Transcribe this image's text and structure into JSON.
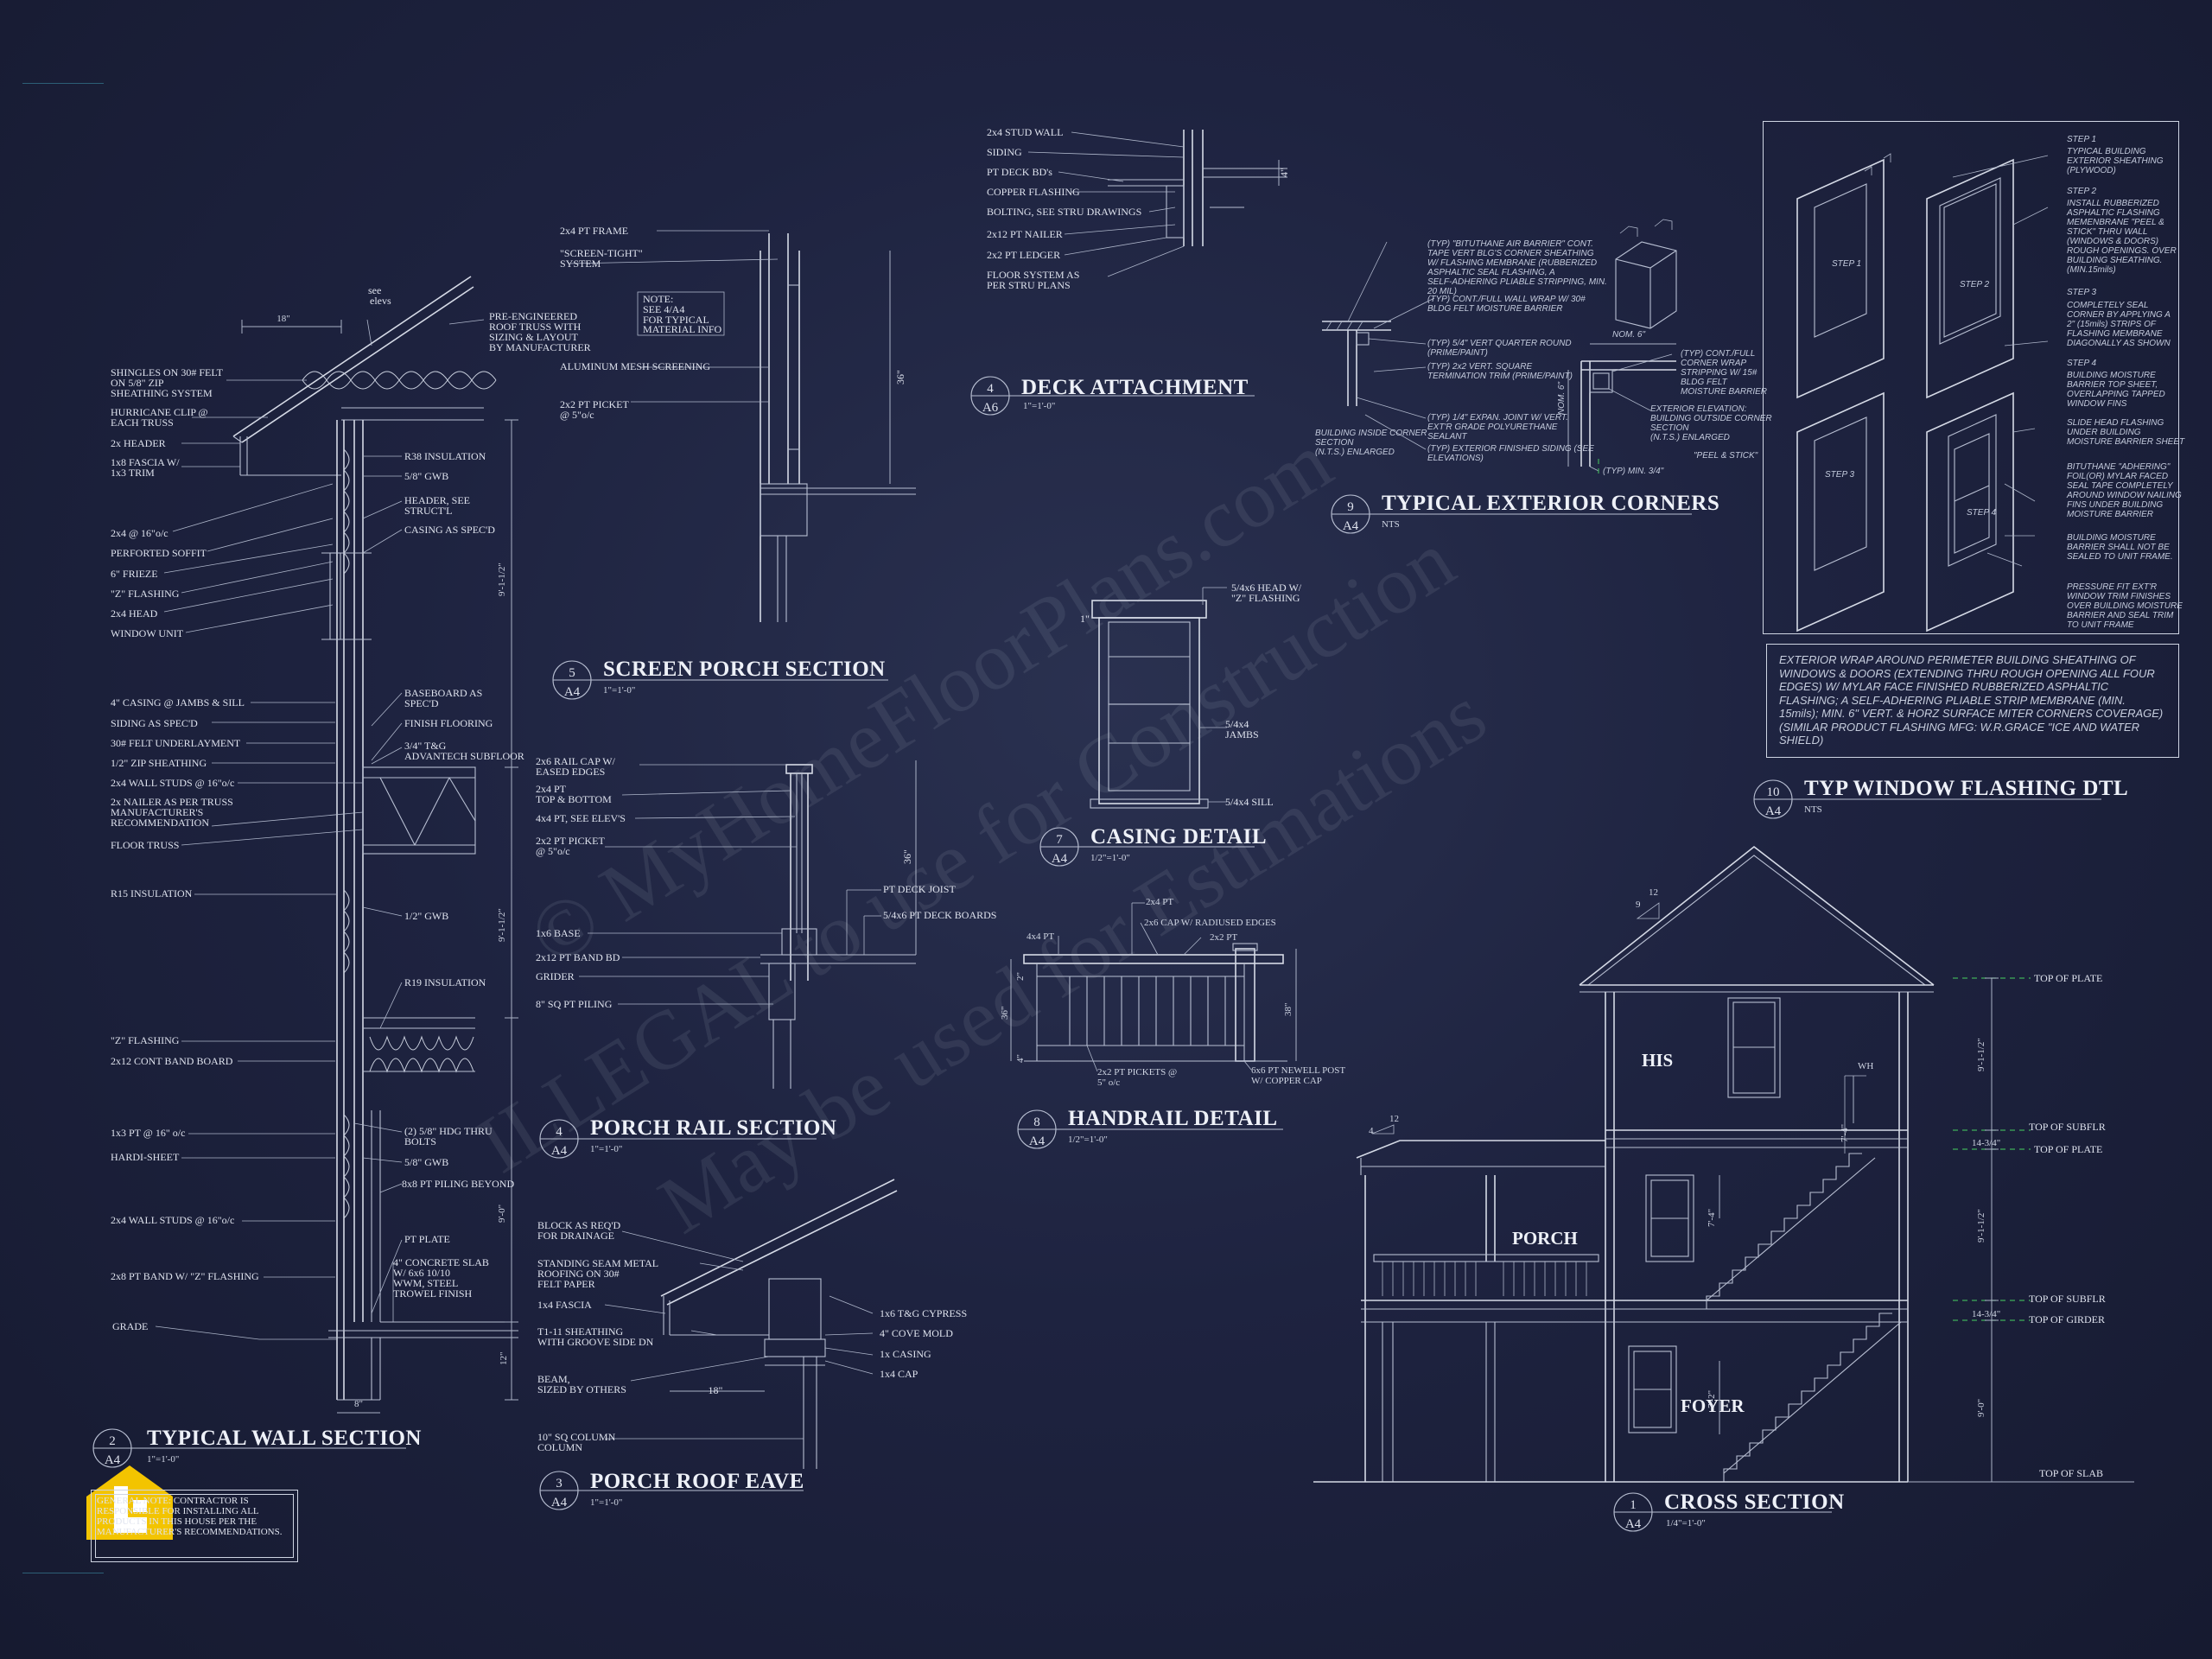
{
  "watermark": {
    "line1": "© MyHomeFloorPlans.com",
    "line2": "ILLEGAL to use for Construction",
    "line3": "May be used for Estimations"
  },
  "details": {
    "typical_wall": {
      "num": "2",
      "sheet": "A4",
      "title": "TYPICAL WALL SECTION",
      "scale": "1\"=1'-0\""
    },
    "porch_roof": {
      "num": "3",
      "sheet": "A4",
      "title": "PORCH ROOF EAVE",
      "scale": "1\"=1'-0\""
    },
    "porch_rail": {
      "num": "4",
      "sheet": "A4",
      "title": "PORCH RAIL SECTION",
      "scale": "1\"=1'-0\""
    },
    "screen_porch": {
      "num": "5",
      "sheet": "A4",
      "title": "SCREEN PORCH SECTION",
      "scale": "1\"=1'-0\""
    },
    "deck": {
      "num": "4",
      "sheet": "A6",
      "title": "DECK ATTACHMENT",
      "scale": "1\"=1'-0\""
    },
    "casing": {
      "num": "7",
      "sheet": "A4",
      "title": "CASING DETAIL",
      "scale": "1/2\"=1'-0\""
    },
    "handrail": {
      "num": "8",
      "sheet": "A4",
      "title": "HANDRAIL DETAIL",
      "scale": "1/2\"=1'-0\""
    },
    "corners": {
      "num": "9",
      "sheet": "A4",
      "title": "TYPICAL EXTERIOR CORNERS",
      "scale": "NTS"
    },
    "window": {
      "num": "10",
      "sheet": "A4",
      "title": "TYP WINDOW FLASHING DTL",
      "scale": "NTS"
    },
    "cross": {
      "num": "1",
      "sheet": "A4",
      "title": "CROSS SECTION",
      "scale": "1/4\"=1'-0\""
    }
  },
  "wall_labels_left": [
    "SHINGLES ON 30# FELT",
    "ON 5/8\" ZIP",
    "SHEATHING SYSTEM",
    "HURRICANE CLIP @",
    "EACH TRUSS",
    "2x HEADER",
    "1x8 FASCIA W/",
    "1x3 TRIM",
    "2x4 @ 16\"o/c",
    "PERFORTED SOFFIT",
    "6\" FRIEZE",
    "\"Z\" FLASHING",
    "2x4 HEAD",
    "WINDOW UNIT",
    "4\" CASING @ JAMBS & SILL",
    "SIDING AS SPEC'D",
    "30# FELT UNDERLAYMENT",
    "1/2\" ZIP SHEATHING",
    "2x4 WALL STUDS @ 16\"o/c",
    "2x NAILER AS PER TRUSS",
    "MANUFACTURER'S",
    "RECOMMENDATION",
    "FLOOR TRUSS",
    "R15 INSULATION",
    "\"Z\" FLASHING",
    "2x12 CONT BAND BOARD",
    "1x3 PT @ 16\" o/c",
    "HARDI-SHEET",
    "2x4 WALL STUDS @ 16\"o/c",
    "2x8 PT BAND W/ \"Z\" FLASHING",
    "GRADE"
  ],
  "wall_labels_right": [
    "see",
    "elevs",
    "PRE-ENGINEERED",
    "ROOF TRUSS WITH",
    "SIZING & LAYOUT",
    "BY MANUFACTURER",
    "R38 INSULATION",
    "5/8\" GWB",
    "HEADER, SEE",
    "STRUCT'L",
    "CASING AS SPEC'D",
    "BASEBOARD AS",
    "SPEC'D",
    "FINISH FLOORING",
    "3/4\" T&G",
    "ADVANTECH SUBFLOOR",
    "1/2\" GWB",
    "R19 INSULATION",
    "(2) 5/8\" HDG THRU",
    "BOLTS",
    "5/8\" GWB",
    "8x8 PT PILING BEYOND",
    "PT PLATE",
    "4\" CONCRETE SLAB",
    "W/ 6x6 10/10",
    "WWM, STEEL",
    "TROWEL FINISH"
  ],
  "wall_dims": [
    "18\"",
    "9'-1-1/2\"",
    "9'-1-1/2\"",
    "9'-0\"",
    "12\"",
    "8\""
  ],
  "screen_labels": [
    "2x4 PT FRAME",
    "\"SCREEN-TIGHT\"",
    "SYSTEM",
    "NOTE:",
    "SEE 4/A4",
    "FOR TYPICAL",
    "MATERIAL INFO",
    "ALUMINUM MESH SCREENING",
    "2x2 PT PICKET",
    "@ 5\"o/c",
    "36\""
  ],
  "rail_labels": [
    "2x6 RAIL CAP W/",
    "EASED EDGES",
    "2x4 PT",
    "TOP & BOTTOM",
    "4x4 PT, SEE ELEV'S",
    "2x2 PT PICKET",
    "@ 5\"o/c",
    "PT DECK JOIST",
    "5/4x6 PT DECK BOARDS",
    "1x6 BASE",
    "2x12 PT BAND BD",
    "GRIDER",
    "8\" SQ PT PILING",
    "36\""
  ],
  "eave_labels": [
    "BLOCK AS REQ'D",
    "FOR DRAINAGE",
    "STANDING SEAM METAL",
    "ROOFING ON 30#",
    "FELT PAPER",
    "1x4 FASCIA",
    "T1-11 SHEATHING",
    "WITH GROOVE SIDE DN",
    "BEAM,",
    "SIZED BY OTHERS",
    "10\" SQ COLUMN",
    "COLUMN",
    "1x6 T&G CYPRESS",
    "4\" COVE MOLD",
    "1x CASING",
    "1x4 CAP",
    "18\""
  ],
  "deck_labels": [
    "2x4 STUD WALL",
    "SIDING",
    "PT DECK BD's",
    "COPPER FLASHING",
    "BOLTING, SEE STRU DRAWINGS",
    "2x12 PT NAILER",
    "2x2 PT LEDGER",
    "FLOOR SYSTEM AS",
    "PER STRU PLANS",
    "4\""
  ],
  "casing_labels": [
    "5/4x6 HEAD W/",
    "\"Z\" FLASHING",
    "5/4x4",
    "JAMBS",
    "5/4x4 SILL",
    "1\""
  ],
  "handrail_labels": [
    "2x4 PT",
    "2x6 CAP W/ RADIUSED EDGES",
    "2x2 PT",
    "4x4 PT",
    "2x2 PT PICKETS @",
    "5\" o/c",
    "6x6 PT NEWELL POST",
    "W/ COPPER CAP",
    "36\"",
    "38\"",
    "2\"",
    "4\""
  ],
  "corner_labels": [
    "(TYP) \"BITUTHANE AIR BARRIER\" CONT.",
    "TAPE VERT BLG'S CORNER SHEATHING",
    "W/ FLASHING MEMBRANE (RUBBERIZED",
    "ASPHALTIC SEAL FLASHING, A",
    "SELF-ADHERING PLIABLE STRIPPING, MIN.",
    "20 MIL)",
    "(TYP) CONT./FULL WALL WRAP W/ 30#",
    "BLDG FELT MOISTURE BARRIER",
    "(TYP) 5/4\" VERT QUARTER ROUND",
    "(PRIME/PAINT)",
    "(TYP) 2x2 VERT. SQUARE",
    "TERMINATION TRIM (PRIME/PAINT)",
    "(TYP) 1/4\" EXPAN. JOINT W/ VERT.",
    "EXT'R GRADE POLYURETHANE",
    "SEALANT",
    "BUILDING INSIDE CORNER",
    "SECTION",
    "(N.T.S.) ENLARGED",
    "(TYP) EXTERIOR FINISHED SIDING (SEE",
    "ELEVATIONS)",
    "NOM. 6\"",
    "NOM. 6\"",
    "(TYP) CONT./FULL",
    "CORNER WRAP",
    "STRIPPING W/ 15#",
    "BLDG FELT",
    "MOISTURE BARRIER",
    "EXTERIOR ELEVATION:",
    "BUILDING OUTSIDE CORNER",
    "SECTION",
    "(N.T.S.) ENLARGED",
    "(TYP) MIN. 3/4\"",
    "\"PEEL & STICK\""
  ],
  "window_steps": [
    "STEP 1",
    "TYPICAL BUILDING",
    "EXTERIOR SHEATHING",
    "(PLYWOOD)",
    "STEP 2",
    "INSTALL RUBBERIZED",
    "ASPHALTIC FLASHING",
    "MEMENBRANE \"PEEL &",
    "STICK\" THRU WALL",
    "(WINDOWS & DOORS)",
    "ROUGH OPENINGS. OVER",
    "BUILDING SHEATHING.",
    "(MIN.15mils)",
    "STEP 3",
    "COMPLETELY SEAL",
    "CORNER BY APPLYING A",
    "2\" (15mils) STRIPS OF",
    "FLASHING MEMBRANE",
    "DIAGONALLY AS SHOWN",
    "STEP 4",
    "BUILDING MOISTURE",
    "BARRIER TOP SHEET,",
    "OVERLAPPING TAPPED",
    "WINDOW FINS",
    "SLIDE HEAD FLASHING",
    "UNDER BUILDING",
    "MOISTURE BARRIER SHEET",
    "BITUTHANE \"ADHERING\"",
    "FOIL(OR) MYLAR FACED",
    "SEAL TAPE COMPLETELY",
    "AROUND WINDOW NAILING",
    "FINS UNDER BUILDING",
    "MOISTURE BARRIER",
    "BUILDING MOISTURE",
    "BARRIER SHALL NOT BE",
    "SEALED TO UNIT FRAME.",
    "PRESSURE FIT EXT'R",
    "WINDOW TRIM FINISHES",
    "OVER BUILDING MOISTURE",
    "BARRIER AND SEAL TRIM",
    "TO UNIT FRAME"
  ],
  "window_iso_labels": [
    "STEP 1",
    "STEP 2",
    "STEP 3",
    "STEP 4"
  ],
  "flash_note": "EXTERIOR WRAP AROUND PERIMETER BUILDING SHEATHING OF WINDOWS & DOORS (EXTENDING THRU ROUGH OPENING ALL FOUR EDGES) W/ MYLAR FACE FINISHED RUBBERIZED ASPHALTIC FLASHING; A SELF-ADHERING PLIABLE STRIP MEMBRANE (MIN. 15mils); MIN. 6\" VERT. & HORZ SURFACE MITER CORNERS COVERAGE) (SIMILAR PRODUCT FLASHING MFG: W.R.GRACE \"ICE AND WATER SHIELD)",
  "cross_section": {
    "rooms": [
      "HIS",
      "PORCH",
      "FOYER"
    ],
    "levels": [
      "TOP OF PLATE",
      "TOP OF SUBFLR",
      "TOP OF PLATE",
      "TOP OF SUBFLR",
      "TOP OF GIRDER",
      "TOP OF SLAB"
    ],
    "dims": [
      "9'-1-1/2\"",
      "14-3/4\"",
      "9'-1-1/2\"",
      "14-3/4\"",
      "9'-0\"",
      "7'-4\"",
      "7'-4\"",
      "7'-2\""
    ],
    "pitch": [
      "12",
      "9",
      "12",
      "4"
    ],
    "wh": "WH"
  },
  "general_note": "GENERAL NOTE: CONTRACTOR IS RESPONSIBLE FOR INSTALLING ALL PRODUCTS IN THIS HOUSE PER THE MANUFACTURER'S RECOMMENDATIONS."
}
